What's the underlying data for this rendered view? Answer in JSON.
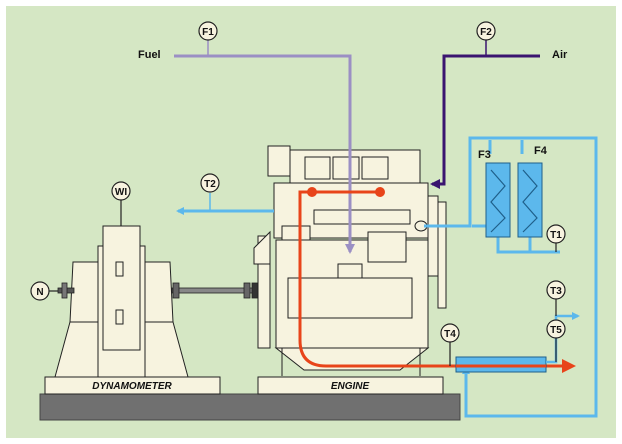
{
  "labels": {
    "fuel": "Fuel",
    "air": "Air",
    "dynamometer": "DYNAMOMETER",
    "engine": "ENGINE"
  },
  "gauges": {
    "f1": "F1",
    "f2": "F2",
    "f3": "F3",
    "f4": "F4",
    "t1": "T1",
    "t2": "T2",
    "t3": "T3",
    "t4": "T4",
    "t5": "T5",
    "wi": "WI",
    "n": "N"
  },
  "colors": {
    "background": "#d5e7c4",
    "machine_fill": "#f7f3df",
    "outline": "#222222",
    "fuel_line": "#9b8fc4",
    "air_line": "#3a1470",
    "water_line": "#5cb8ec",
    "exhaust_line": "#e8441a",
    "bed": "#707070"
  }
}
